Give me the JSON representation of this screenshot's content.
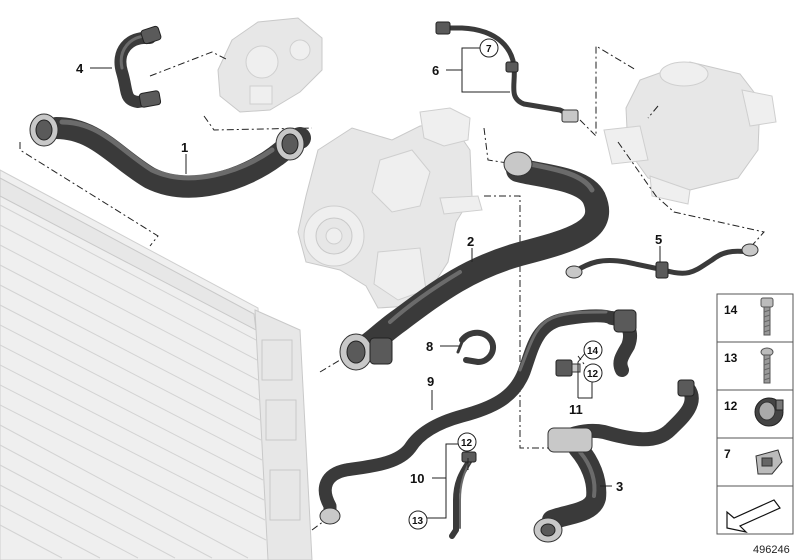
{
  "diagram": {
    "callouts": {
      "p1": "1",
      "p2": "2",
      "p3": "3",
      "p4": "4",
      "p5": "5",
      "p6": "6",
      "p8": "8",
      "p9": "9",
      "p10": "10",
      "p11": "11"
    },
    "circled": {
      "c7": "7",
      "c12a": "12",
      "c12b": "12",
      "c13": "13",
      "c14": "14"
    },
    "legend": [
      "14",
      "13",
      "12",
      "7"
    ],
    "doc_number": "496246"
  }
}
